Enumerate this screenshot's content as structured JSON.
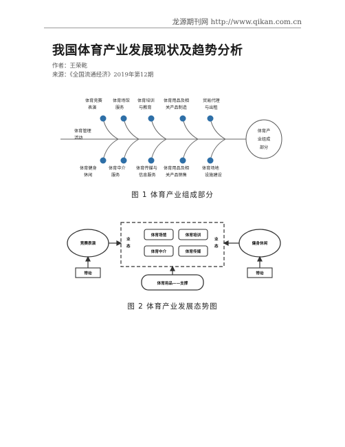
{
  "header": {
    "site": "龙源期刊网 http://www.qikan.com.cn"
  },
  "article": {
    "title": "我国体育产业发展现状及趋势分析",
    "author": "作者：王荣乾",
    "source": "来源：《全国流通经济》2019年第12期"
  },
  "figure1": {
    "caption": "图 1    体育产业组成部分",
    "center": [
      "体育产",
      "业组成",
      "部分"
    ],
    "top_labels": [
      [
        "体育竞赛",
        "表演"
      ],
      [
        "体育场馆",
        "服务"
      ],
      [
        "体育培训",
        "与教育"
      ],
      [
        "体育用品及相",
        "关产品制造"
      ],
      [
        "贸易代理",
        "与出租"
      ]
    ],
    "bottom_labels": [
      [
        "体育健身",
        "休闲"
      ],
      [
        "体育中介",
        "服务"
      ],
      [
        "体育传媒与",
        "信息服务"
      ],
      [
        "体育用品及相",
        "关产品销售"
      ],
      [
        "体育场地",
        "设施建设"
      ]
    ],
    "left_label": [
      "体育管理",
      "活动"
    ],
    "node_color": "#2e6fa7"
  },
  "figure2": {
    "caption": "图 2    体育产业发展态势图",
    "left_ellipse": "竞赛表演",
    "right_ellipse": "健身休闲",
    "left_small": "带动",
    "right_small": "带动",
    "left_vertical": [
      "业",
      "态"
    ],
    "right_vertical": [
      "业",
      "态"
    ],
    "boxes": [
      "体育场馆",
      "体育培训",
      "体育中介",
      "体育传媒"
    ],
    "bottom_box": "体育用品——支撑"
  }
}
